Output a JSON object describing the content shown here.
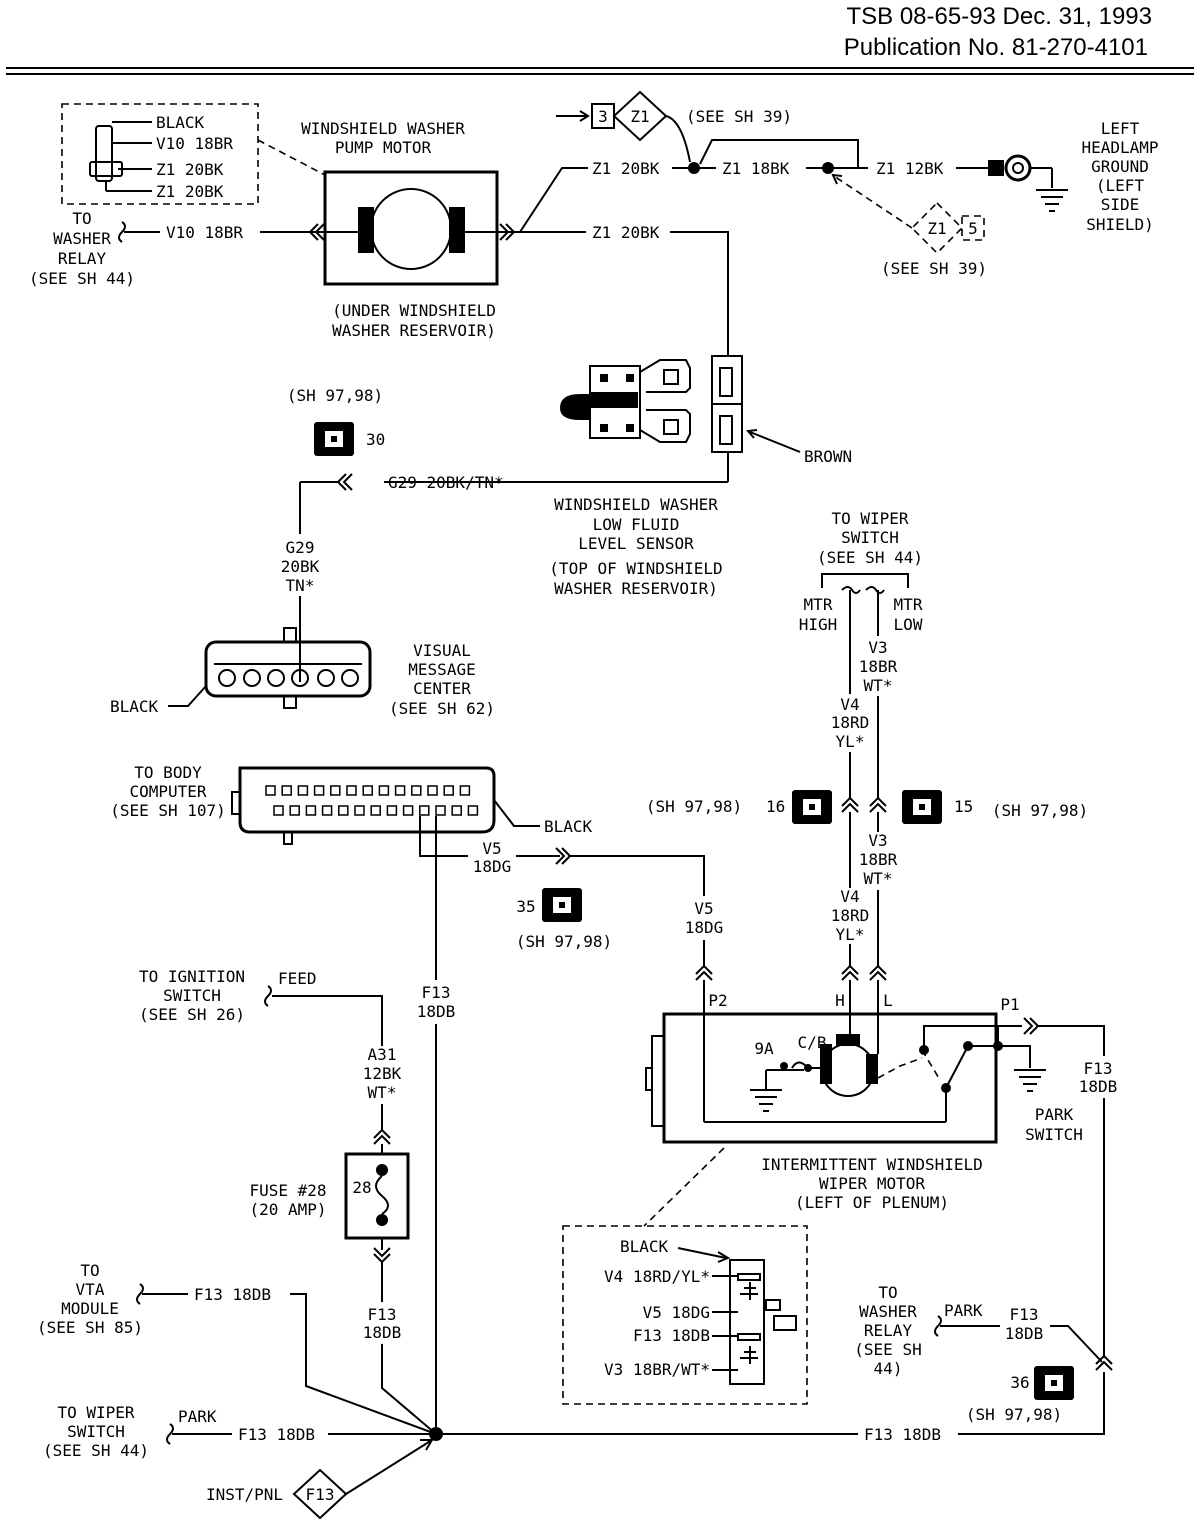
{
  "header": {
    "tsb": "TSB 08-65-93 Dec. 31, 1993",
    "publication": "Publication No. 81-270-4101"
  },
  "labels": {
    "pump_pin_black": "BLACK",
    "pump_pin_v10": "V10 18BR",
    "pump_pin_z1a": "Z1 20BK",
    "pump_pin_z1b": "Z1 20BK",
    "pump_title_1": "WINDSHIELD WASHER",
    "pump_title_2": "PUMP MOTOR",
    "to_washer_relay_1": "TO",
    "to_washer_relay_2": "WASHER",
    "to_washer_relay_3": "RELAY",
    "to_washer_relay_4": "(SEE SH 44)",
    "wire_v10": "V10 18BR",
    "pump_loc_1": "(UNDER WINDSHIELD",
    "pump_loc_2": "WASHER RESERVOIR)",
    "conn3": "3",
    "z1_diamond_top": "Z1",
    "see_sh39_top": "(SEE SH 39)",
    "wire_z1_20bk_top": "Z1 20BK",
    "wire_z1_18bk": "Z1 18BK",
    "wire_z1_12bk": "Z1 12BK",
    "wire_z1_20bk_mid": "Z1 20BK",
    "z1_diamond_right": "Z1",
    "conn5": "5",
    "see_sh39_bottom": "(SEE SH 39)",
    "ground_1": "LEFT",
    "ground_2": "HEADLAMP",
    "ground_3": "GROUND",
    "ground_4": "(LEFT",
    "ground_5": "SIDE",
    "ground_6": "SHIELD)",
    "sh_97_98_a": "(SH 97,98)",
    "conn30": "30",
    "brown": "BROWN",
    "wire_g29": "G29 20BK/TN*",
    "sensor_1": "WINDSHIELD WASHER",
    "sensor_2": "LOW FLUID",
    "sensor_3": "LEVEL SENSOR",
    "sensor_4": "(TOP OF WINDSHIELD",
    "sensor_5": "WASHER RESERVOIR)",
    "g29_v1": "G29",
    "g29_v2": "20BK",
    "g29_v3": "TN*",
    "vmc_black": "BLACK",
    "vmc_1": "VISUAL",
    "vmc_2": "MESSAGE",
    "vmc_3": "CENTER",
    "vmc_4": "(SEE SH 62)",
    "to_wiper_1": "TO WIPER",
    "to_wiper_2": "SWITCH",
    "to_wiper_3": "(SEE SH 44)",
    "mtr_high_1": "MTR",
    "mtr_high_2": "HIGH",
    "mtr_low_1": "MTR",
    "mtr_low_2": "LOW",
    "v3a_1": "V3",
    "v3a_2": "18BR",
    "v3a_3": "WT*",
    "v4a_1": "V4",
    "v4a_2": "18RD",
    "v4a_3": "YL*",
    "sh_97_98_b": "(SH 97,98)",
    "conn16": "16",
    "conn15": "15",
    "sh_97_98_c": "(SH 97,98)",
    "v3b_1": "V3",
    "v3b_2": "18BR",
    "v3b_3": "WT*",
    "v4b_1": "V4",
    "v4b_2": "18RD",
    "v4b_3": "YL*",
    "bc_1": "TO BODY",
    "bc_2": "COMPUTER",
    "bc_3": "(SEE SH 107)",
    "bc_black": "BLACK",
    "v5a_1": "V5",
    "v5a_2": "18DG",
    "conn35": "35",
    "sh_97_98_d": "(SH 97,98)",
    "v5b_1": "V5",
    "v5b_2": "18DG",
    "ign_1": "TO IGNITION",
    "ign_2": "SWITCH",
    "ign_3": "(SEE SH 26)",
    "feed": "FEED",
    "f13a_1": "F13",
    "f13a_2": "18DB",
    "a31_1": "A31",
    "a31_2": "12BK",
    "a31_3": "WT*",
    "p2": "P2",
    "h": "H",
    "l": "L",
    "p1": "P1",
    "f13b_1": "F13",
    "f13b_2": "18DB",
    "nine_a": "9A",
    "cb": "C/B",
    "park_switch_1": "PARK",
    "park_switch_2": "SWITCH",
    "fuse_1": "FUSE #28",
    "fuse_2": "(20 AMP)",
    "fuse_num": "28",
    "wiper_motor_1": "INTERMITTENT WINDSHIELD",
    "wiper_motor_2": "WIPER MOTOR",
    "wiper_motor_3": "(LEFT OF PLENUM)",
    "conn_black": "BLACK",
    "conn_v4": "V4 18RD/YL*",
    "conn_v5": "V5 18DG",
    "conn_f13": "F13 18DB",
    "conn_v3": "V3 18BR/WT*",
    "vta_1": "TO",
    "vta_2": "VTA",
    "vta_3": "MODULE",
    "vta_4": "(SEE SH 85)",
    "wire_f13_vta": "F13 18DB",
    "f13c_1": "F13",
    "f13c_2": "18DB",
    "wr_1": "TO",
    "wr_2": "WASHER",
    "wr_3": "RELAY",
    "wr_4": "(SEE SH",
    "wr_5": "44)",
    "park_a": "PARK",
    "f13d_1": "F13",
    "f13d_2": "18DB",
    "conn36": "36",
    "sh_97_98_e": "(SH 97,98)",
    "ws_1": "TO WIPER",
    "ws_2": "SWITCH",
    "ws_3": "(SEE SH 44)",
    "park_b": "PARK",
    "wire_f13_ws": "F13 18DB",
    "wire_f13_bottom": "F13 18DB",
    "inst_pnl": "INST/PNL",
    "f13_diamond": "F13"
  }
}
